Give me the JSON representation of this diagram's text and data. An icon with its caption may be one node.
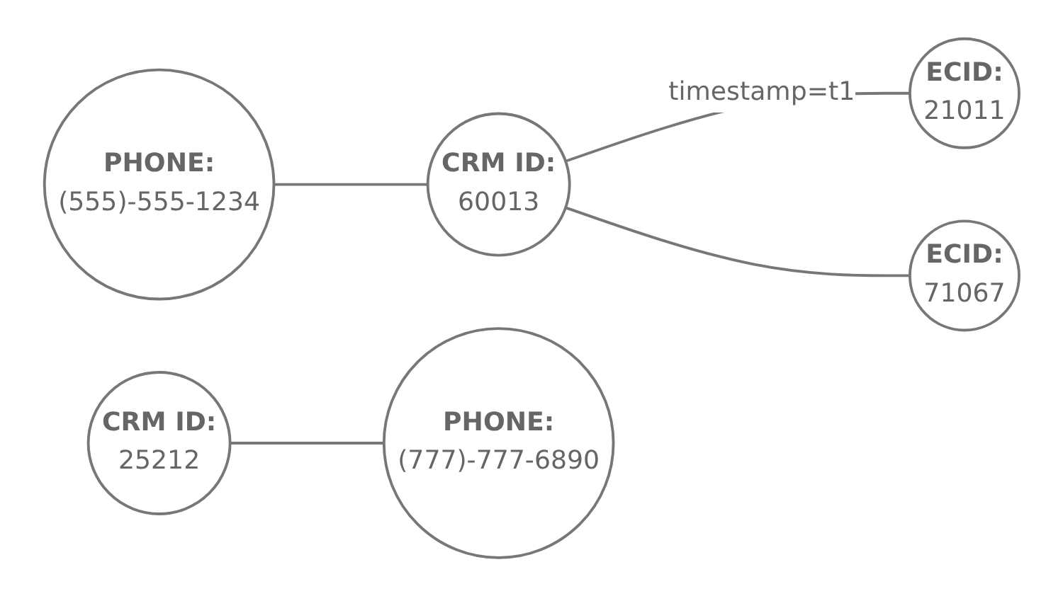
{
  "diagram": {
    "nodes": [
      {
        "text": [
          "PHONE:",
          "(555)-555-1234"
        ]
      },
      {
        "text": [
          "CRM ID:",
          "60013"
        ]
      },
      {
        "text": [
          "ECID:",
          "21011"
        ]
      },
      {
        "text": [
          "ECID:",
          "71067"
        ]
      },
      {
        "text": [
          "CRM ID:",
          "25212"
        ]
      },
      {
        "text": [
          "PHONE:",
          "(777)-777-6890"
        ]
      }
    ],
    "edges": [
      {
        "from": 0,
        "to": 1,
        "arrow": "none"
      },
      {
        "from": 1,
        "to": 2,
        "arrow": "none",
        "label": "timestamp=t1"
      },
      {
        "from": 1,
        "to": 3,
        "arrow": "none"
      },
      {
        "from": 4,
        "to": 5,
        "arrow": "none"
      }
    ]
  }
}
